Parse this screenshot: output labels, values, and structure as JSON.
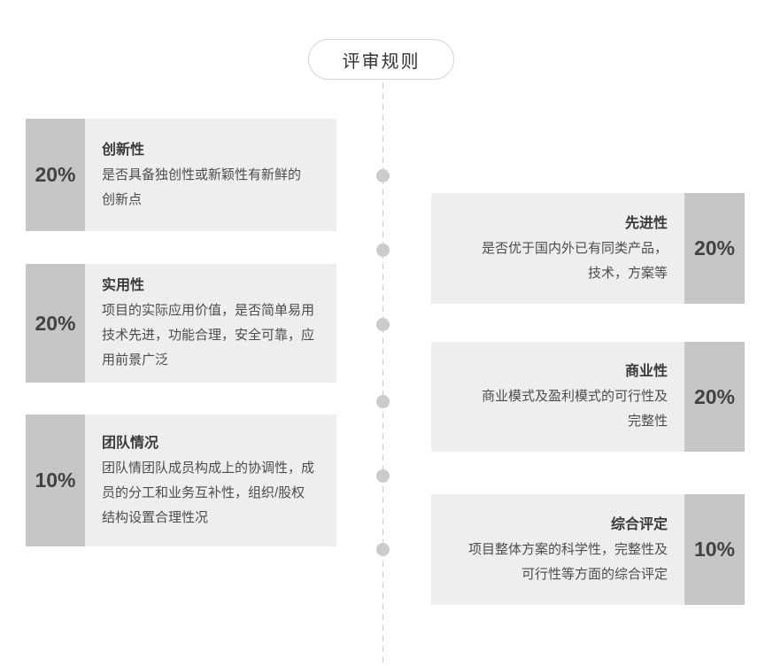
{
  "page_title": "评审规则",
  "colors": {
    "percent_box": "#c6c6c6",
    "desc_box": "#eeeeee",
    "percent_text": "#424242",
    "title_text": "#3a3a3a",
    "desc_text": "#4d4d4d",
    "pill_border": "#d6d6d6",
    "timeline": "#cdcdcd"
  },
  "items": [
    {
      "position": "left",
      "percent": "20%",
      "title": "创新性",
      "desc_lines": [
        "是否具备独创性或新颖性有新鲜的",
        "创新点"
      ]
    },
    {
      "position": "right",
      "percent": "20%",
      "title": "先进性",
      "desc_lines": [
        "是否优于国内外已有同类产品，",
        "技术，方案等"
      ]
    },
    {
      "position": "left",
      "percent": "20%",
      "title": "实用性",
      "desc_lines": [
        "项目的实际应用价值，是否简单易用",
        "技术先进，功能合理，安全可靠，应",
        "用前景广泛"
      ]
    },
    {
      "position": "right",
      "percent": "20%",
      "title": "商业性",
      "desc_lines": [
        "商业模式及盈利模式的可行性及",
        "完整性"
      ]
    },
    {
      "position": "left",
      "percent": "10%",
      "title": "团队情况",
      "desc_lines": [
        "团队情团队成员构成上的协调性，成",
        "员的分工和业务互补性，组织/股权",
        "结构设置合理性况"
      ]
    },
    {
      "position": "right",
      "percent": "10%",
      "title": "综合评定",
      "desc_lines": [
        "项目整体方案的科学性，完整性及",
        "可行性等方面的综合评定"
      ]
    }
  ]
}
